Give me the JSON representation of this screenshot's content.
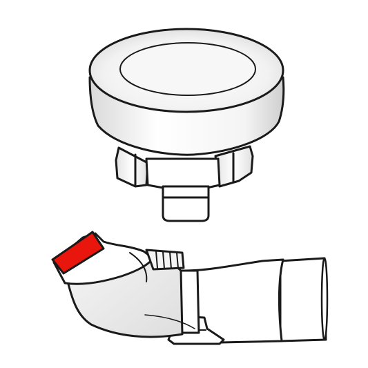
{
  "figure": {
    "parts": [
      {
        "name": "eyepiece-adapter",
        "icon": "adapter-cap-icon"
      },
      {
        "name": "spotting-scope",
        "icon": "spotting-scope-icon"
      }
    ],
    "colors": {
      "background": "#ffffff",
      "line": "#1a1a1a",
      "highlight": "#e8160c",
      "body_fill": "#ffffff",
      "body_shade": "#e6e6e6"
    },
    "highlighted_part": "eyepiece-rim"
  }
}
